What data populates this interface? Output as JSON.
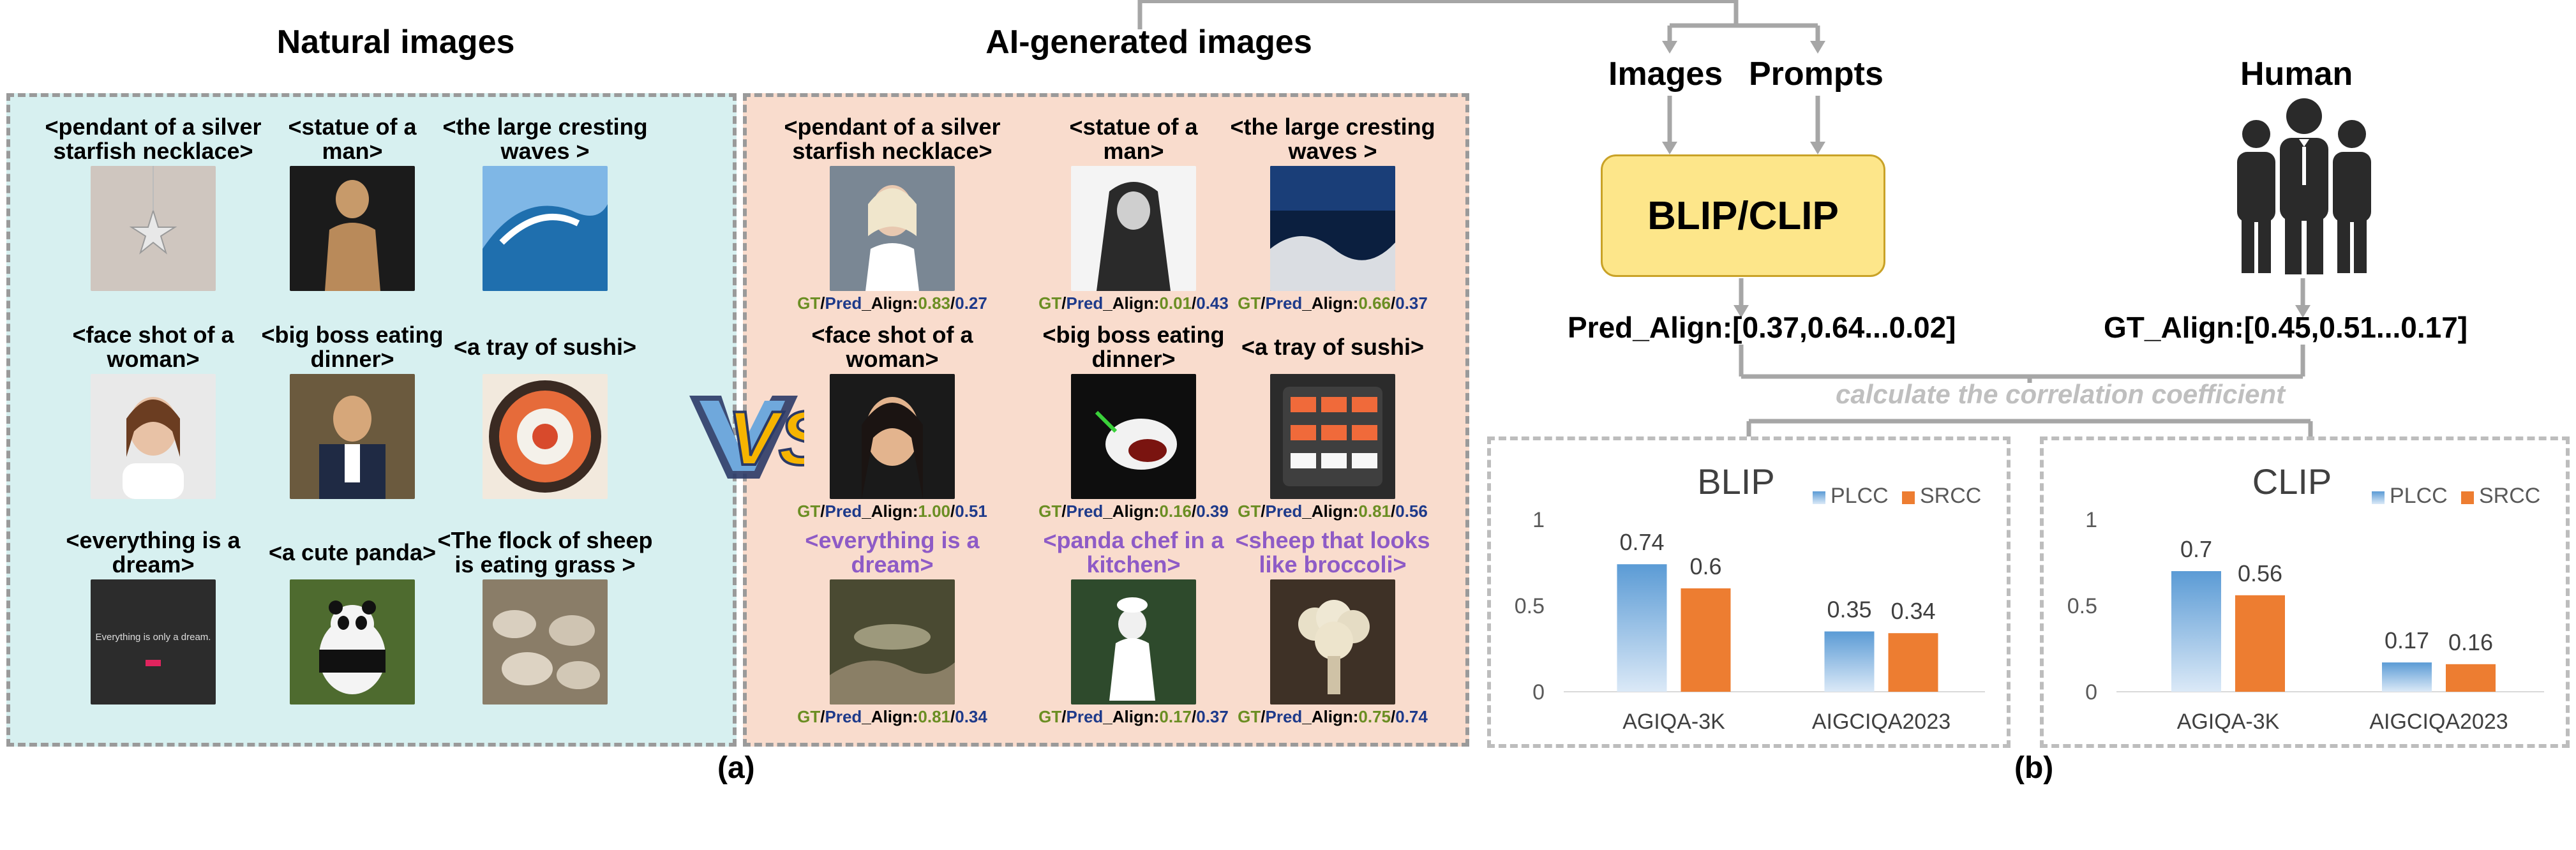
{
  "titles": {
    "natural": "Natural images",
    "ai": "AI-generated images"
  },
  "natural_cells": [
    {
      "caption": "<pendant of a silver\nstarfish necklace>",
      "icon": "starfish-necklace-photo"
    },
    {
      "caption": "<statue of a\nman>",
      "icon": "statue-photo"
    },
    {
      "caption": "<the large cresting\nwaves >",
      "icon": "wave-photo"
    },
    {
      "caption": "<face shot of a\nwoman>",
      "icon": "woman-face-photo"
    },
    {
      "caption": "<big boss eating\ndinner>",
      "icon": "man-eating-photo"
    },
    {
      "caption": "<a tray of sushi>",
      "icon": "sushi-tray-photo"
    },
    {
      "caption": "<everything is a\ndream>",
      "icon": "dream-screen-photo",
      "image_text": "Everything is only a dream."
    },
    {
      "caption": "<a cute panda>",
      "icon": "panda-photo"
    },
    {
      "caption": "<The flock of sheep\nis eating grass >",
      "icon": "sheep-flock-photo"
    }
  ],
  "ai_cells": [
    {
      "caption": "<pendant of a silver\nstarfish necklace>",
      "gt": "0.83",
      "pred": "0.27",
      "purple": false
    },
    {
      "caption": "<statue of a\nman>",
      "gt": "0.01",
      "pred": "0.43",
      "purple": false
    },
    {
      "caption": "<the large cresting\nwaves >",
      "gt": "0.66",
      "pred": "0.37",
      "purple": false
    },
    {
      "caption": "<face shot of a\nwoman>",
      "gt": "1.00",
      "pred": "0.51",
      "purple": false
    },
    {
      "caption": "<big boss eating\ndinner>",
      "gt": "0.16",
      "pred": "0.39",
      "purple": false
    },
    {
      "caption": "<a tray of sushi>",
      "gt": "0.81",
      "pred": "0.56",
      "purple": false
    },
    {
      "caption": "<everything is a\ndream>",
      "gt": "0.81",
      "pred": "0.34",
      "purple": true
    },
    {
      "caption": "<panda chef in a\nkitchen>",
      "gt": "0.17",
      "pred": "0.37",
      "purple": true
    },
    {
      "caption": "<sheep that looks\nlike broccoli>",
      "gt": "0.75",
      "pred": "0.74",
      "purple": true
    }
  ],
  "align_labels": {
    "gt": "GT",
    "slash": "/",
    "pred": "Pred",
    "suffix": "_Align:"
  },
  "vs_text": "VS",
  "panel_labels": {
    "a": "(a)",
    "b": "(b)"
  },
  "flow": {
    "images": "Images",
    "prompts": "Prompts",
    "human": "Human",
    "model": "BLIP/CLIP",
    "pred_vec": "Pred_Align:[0.37,0.64...0.02]",
    "gt_vec": "GT_Align:[0.45,0.51...0.17]",
    "correlation": "calculate the correlation coefficient"
  },
  "colors": {
    "natural_bg": "#d7f0f0",
    "ai_bg": "#f9dccd",
    "plcc": "#5b9bd5",
    "srcc": "#ed7d31",
    "model_box": "#fde68a"
  },
  "chart_data": [
    {
      "type": "bar",
      "title": "BLIP",
      "categories": [
        "AGIQA-3K",
        "AIGCIQA2023"
      ],
      "series": [
        {
          "name": "PLCC",
          "values": [
            0.74,
            0.35
          ]
        },
        {
          "name": "SRCC",
          "values": [
            0.6,
            0.34
          ]
        }
      ],
      "data_labels": [
        [
          "0.74",
          "0.6"
        ],
        [
          "0.35",
          "0.34"
        ]
      ],
      "yticks": [
        "0",
        "0.5",
        "1"
      ],
      "ylim": [
        0,
        1
      ],
      "legend": "top-right"
    },
    {
      "type": "bar",
      "title": "CLIP",
      "categories": [
        "AGIQA-3K",
        "AIGCIQA2023"
      ],
      "series": [
        {
          "name": "PLCC",
          "values": [
            0.7,
            0.17
          ]
        },
        {
          "name": "SRCC",
          "values": [
            0.56,
            0.16
          ]
        }
      ],
      "data_labels": [
        [
          "0.7",
          "0.56"
        ],
        [
          "0.17",
          "0.16"
        ]
      ],
      "yticks": [
        "0",
        "0.5",
        "1"
      ],
      "ylim": [
        0,
        1
      ],
      "legend": "top-right"
    }
  ]
}
